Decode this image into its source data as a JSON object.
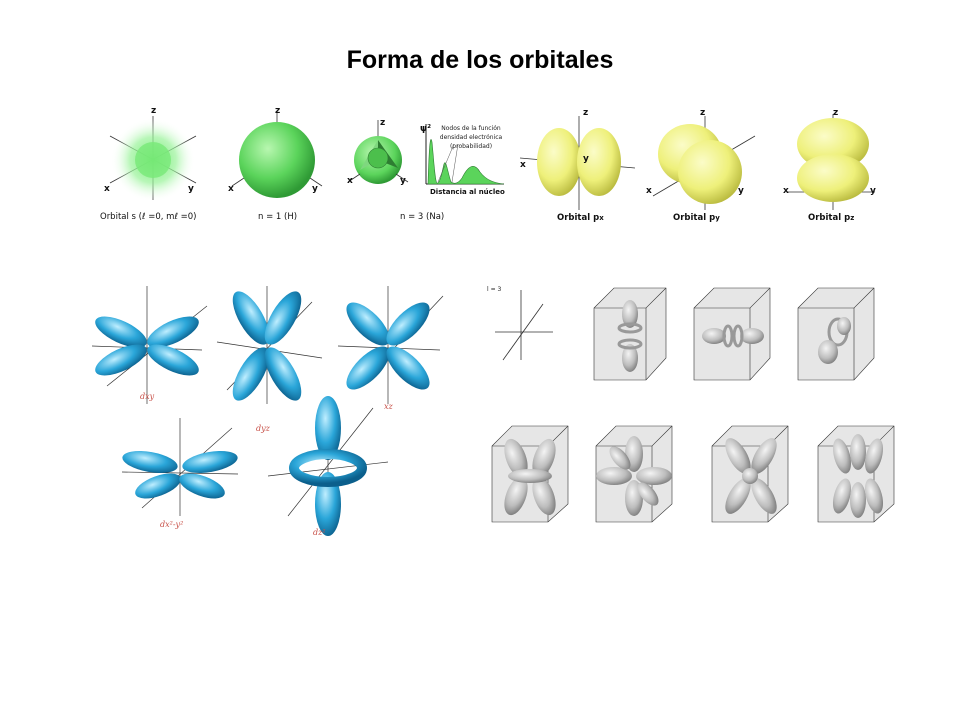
{
  "title": "Forma de los orbitales",
  "axes": {
    "x": "x",
    "y": "y",
    "z": "z"
  },
  "s_orbitals": {
    "caption_s_pre": "Orbital s (",
    "ell_symbol": "ℓ",
    "caption_s_mid": " =0, m",
    "caption_s_post": " =0)",
    "n1_caption": "n = 1 (H)",
    "n3_caption": "n = 3 (Na)",
    "psi_label": "ψ²",
    "nodes_note_line1": "Nodos de la función",
    "nodes_note_line2": "densidad electrónica",
    "nodes_note_line3": "(probabilidad)",
    "distance_label": "Distancia al núcleo"
  },
  "p_orbitals": {
    "orbital_word": "Orbital p",
    "px_sub": "x",
    "py_sub": "y",
    "pz_sub": "z"
  },
  "d_orbitals": {
    "dxy": "dxy",
    "dyz": "dyz",
    "dxz": "xz",
    "dx2y2": "dx²-y²",
    "dz2": "dz²"
  },
  "f_orbitals": {
    "l_label": "l = 3"
  },
  "colors": {
    "s_green": "#5bd45b",
    "p_yellow": "#eef07a",
    "d_blue": "#2aa6d9",
    "f_gray": "#bdbdbd",
    "d_label_red": "#c8524a"
  }
}
